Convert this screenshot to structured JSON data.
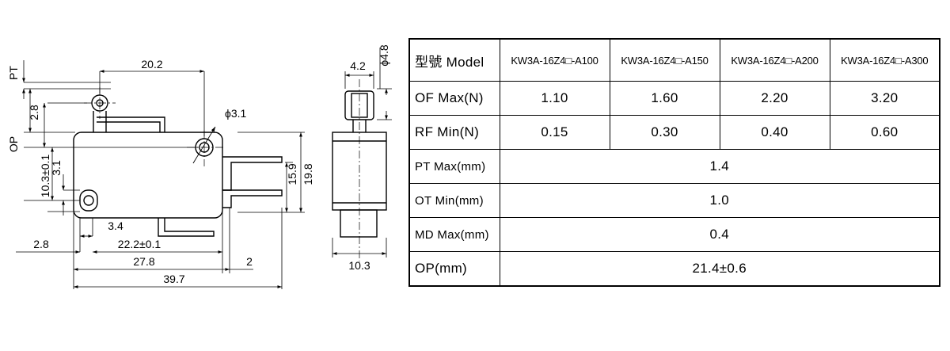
{
  "drawing": {
    "dims": {
      "pt": "PT",
      "op": "OP",
      "top_width": "20.2",
      "roller_offset": "2.8",
      "hole_dia": "ϕ3.1",
      "height_10_3": "10.3±0.1",
      "height_3_1": "3.1",
      "terminal_3_4": "3.4",
      "left_2_8": "2.8",
      "span_22_2": "22.2±0.1",
      "span_27_8": "27.8",
      "span_2": "2",
      "span_39_7": "39.7",
      "height_15_9": "15.9",
      "height_19_8": "19.8",
      "side_4_2": "4.2",
      "side_dia": "ϕ4.8",
      "side_width": "10.3"
    }
  },
  "table": {
    "header_label": "型號 Model",
    "models": [
      "KW3A-16Z4□-A100",
      "KW3A-16Z4□-A150",
      "KW3A-16Z4□-A200",
      "KW3A-16Z4□-A300"
    ],
    "rows": [
      {
        "label": "OF Max(N)",
        "values": [
          "1.10",
          "1.60",
          "2.20",
          "3.20"
        ]
      },
      {
        "label": "RF Min(N)",
        "values": [
          "0.15",
          "0.30",
          "0.40",
          "0.60"
        ]
      }
    ],
    "shared_rows": [
      {
        "label": "PT Max(mm)",
        "value": "1.4"
      },
      {
        "label": "OT Min(mm)",
        "value": "1.0"
      },
      {
        "label": "MD Max(mm)",
        "value": "0.4"
      },
      {
        "label": "OP(mm)",
        "value": "21.4±0.6"
      }
    ]
  }
}
